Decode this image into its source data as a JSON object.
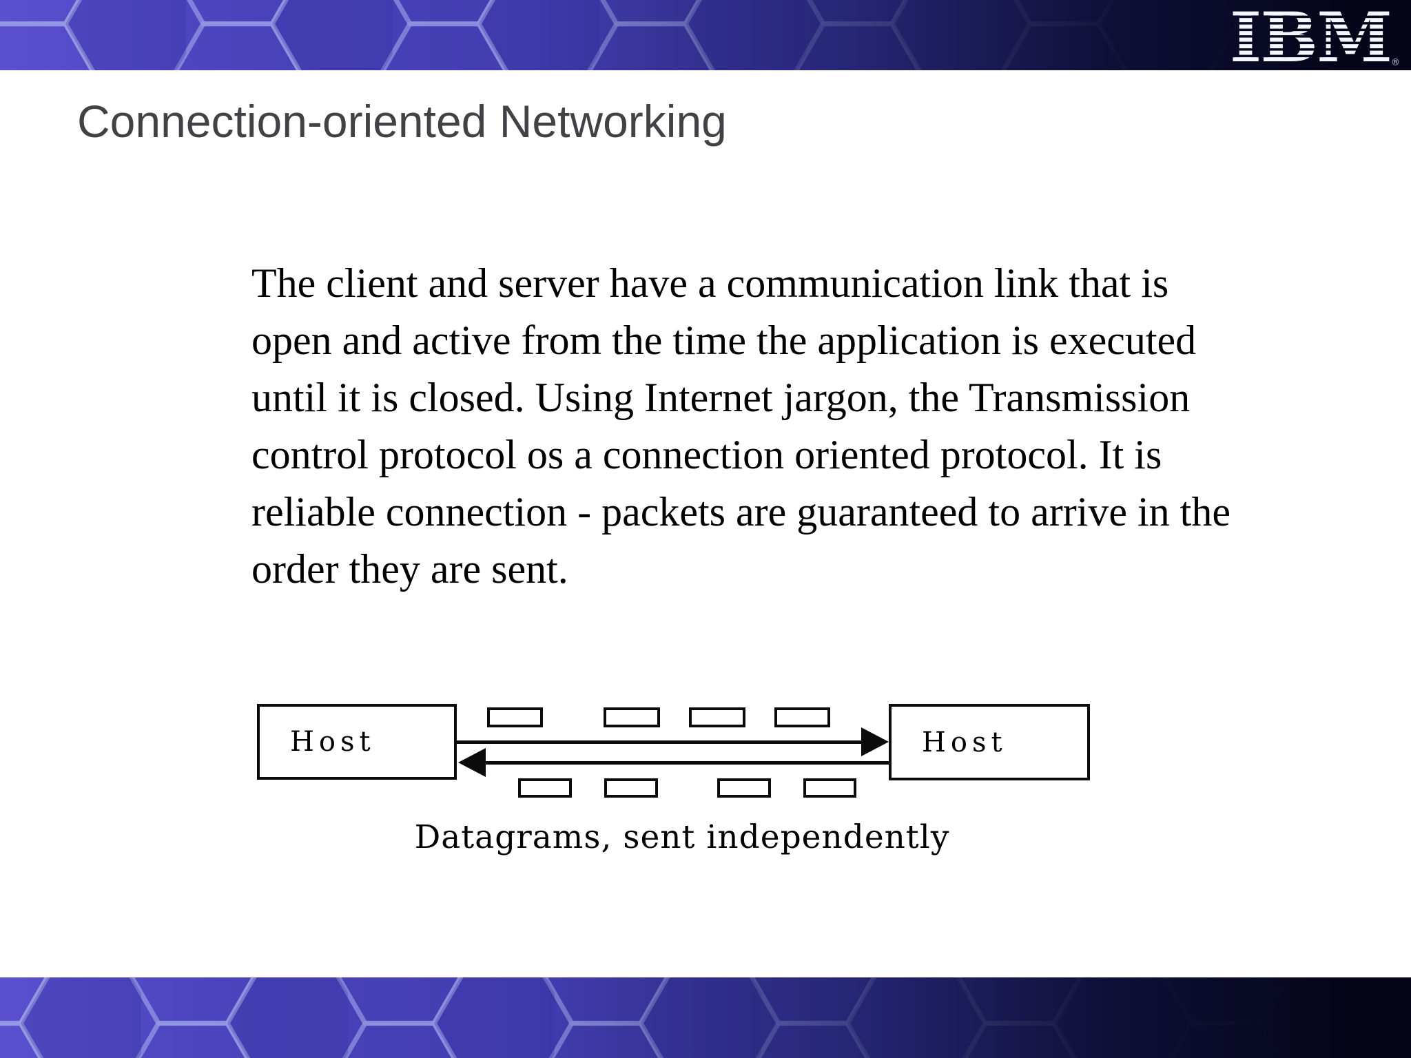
{
  "slide": {
    "title": "Connection-oriented Networking",
    "body_lines": [
      "The client and server have a communication link that is",
      "open and active from the time the application is executed",
      "until it is closed. Using Internet jargon, the Transmission",
      "control protocol os a connection oriented protocol. It is",
      "reliable connection - packets are guaranteed to arrive in the",
      "order they are sent."
    ],
    "brand": {
      "logo_text": "IBM",
      "registered_mark": "®"
    },
    "diagram": {
      "left_host_label": "Host",
      "right_host_label": "Host",
      "caption": "Datagrams, sent independently",
      "top_datagram_count": 4,
      "bottom_datagram_count": 4
    },
    "colors": {
      "banner_purple": "#4a43bc",
      "banner_dark_navy": "#070829",
      "hexagon_line": "#9aa0e8",
      "title_gray": "#414146",
      "body_ink": "#000000",
      "diagram_ink": "#0b0b0b",
      "logo_white": "#f4f6ff",
      "slide_background": "#ffffff"
    }
  }
}
